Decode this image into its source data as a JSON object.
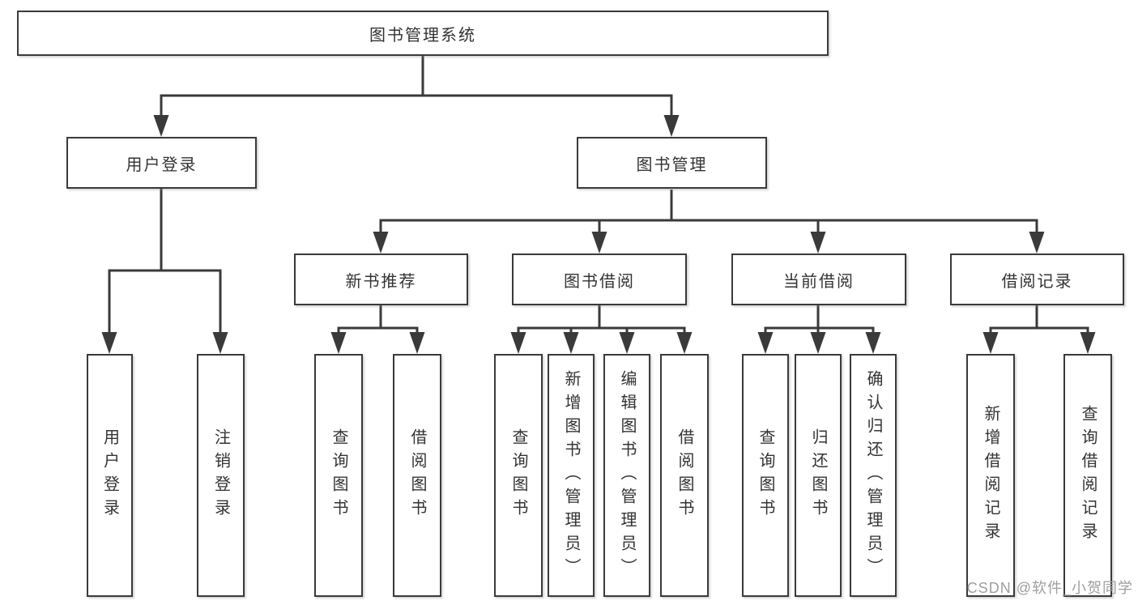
{
  "colors": {
    "line": "#3a3a3a",
    "text": "#333333",
    "watermark": "#9e9e9e",
    "background": "#ffffff"
  },
  "tree": {
    "root": "图书管理系统",
    "children": [
      {
        "label": "用户登录",
        "children": [
          {
            "label": "用户登录"
          },
          {
            "label": "注销登录"
          }
        ]
      },
      {
        "label": "图书管理",
        "children": [
          {
            "label": "新书推荐",
            "children": [
              {
                "label": "查询图书"
              },
              {
                "label": "借阅图书"
              }
            ]
          },
          {
            "label": "图书借阅",
            "children": [
              {
                "label": "查询图书"
              },
              {
                "label": "新增图书（管理员）"
              },
              {
                "label": "编辑图书（管理员）"
              },
              {
                "label": "借阅图书"
              }
            ]
          },
          {
            "label": "当前借阅",
            "children": [
              {
                "label": "查询图书"
              },
              {
                "label": "归还图书"
              },
              {
                "label": "确认归还（管理员）"
              }
            ]
          },
          {
            "label": "借阅记录",
            "children": [
              {
                "label": "新增借阅记录"
              },
              {
                "label": "查询借阅记录"
              }
            ]
          }
        ]
      }
    ]
  },
  "watermark": {
    "text": "CSDN @软件_小贺同学"
  }
}
